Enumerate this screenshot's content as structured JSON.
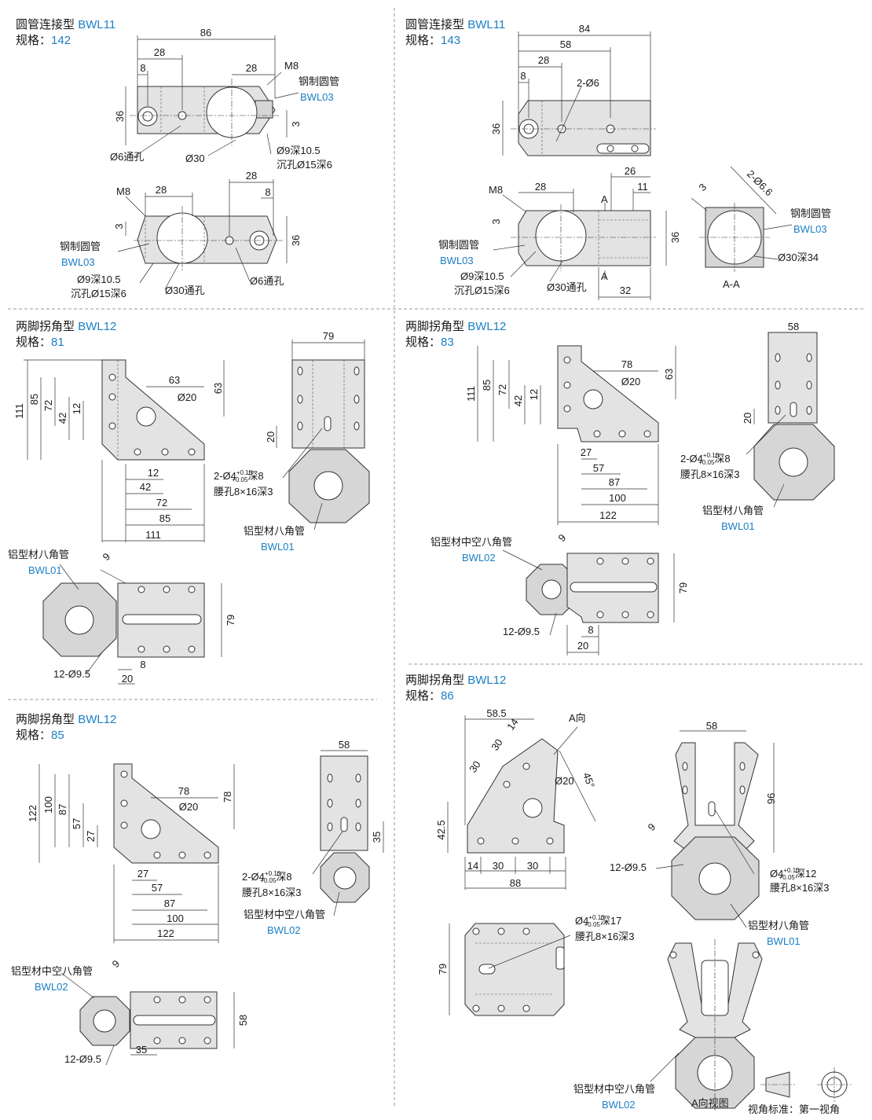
{
  "sections": [
    {
      "id": "s1",
      "type": "圆管连接型",
      "code": "BWL11",
      "spec_label": "规格：",
      "spec": "142"
    },
    {
      "id": "s2",
      "type": "圆管连接型",
      "code": "BWL11",
      "spec_label": "规格：",
      "spec": "143"
    },
    {
      "id": "s3",
      "type": "两脚拐角型",
      "code": "BWL12",
      "spec_label": "规格：",
      "spec": "81"
    },
    {
      "id": "s4",
      "type": "两脚拐角型",
      "code": "BWL12",
      "spec_label": "规格：",
      "spec": "83"
    },
    {
      "id": "s5",
      "type": "两脚拐角型",
      "code": "BWL12",
      "spec_label": "规格：",
      "spec": "85"
    },
    {
      "id": "s6",
      "type": "两脚拐角型",
      "code": "BWL12",
      "spec_label": "规格：",
      "spec": "86"
    }
  ],
  "s1": {
    "top": {
      "d86": "86",
      "d28a": "28",
      "d8": "8",
      "d28b": "28",
      "m8": "M8",
      "d36": "36",
      "d3": "3",
      "tube": "钢制圆管",
      "tube_code": "BWL03",
      "hole6": "Ø6通孔",
      "d30": "Ø30",
      "cb1": "Ø9深10.5",
      "cb2": "沉孔Ø15深6"
    },
    "bottom": {
      "m8": "M8",
      "d28a": "28",
      "d28b": "28",
      "d8": "8",
      "d3": "3",
      "d36": "36",
      "tube": "钢制圆管",
      "tube_code": "BWL03",
      "cb1": "Ø9深10.5",
      "cb2": "沉孔Ø15深6",
      "d30": "Ø30通孔",
      "hole6": "Ø6通孔"
    }
  },
  "s2": {
    "top": {
      "d84": "84",
      "d58": "58",
      "d28": "28",
      "d8": "8",
      "holes": "2-Ø6",
      "d36": "36"
    },
    "mid": {
      "m8": "M8",
      "d28": "28",
      "d26": "26",
      "d11": "11",
      "a1": "A",
      "a2": "A",
      "d3": "3",
      "d36": "36",
      "tube": "钢制圆管",
      "tube_code": "BWL03",
      "cb1": "Ø9深10.5",
      "cb2": "沉孔Ø15深6",
      "d30": "Ø30通孔",
      "d32": "32"
    },
    "section": {
      "holes": "2-Ø6.6",
      "d3": "3",
      "tube": "钢制圆管",
      "tube_code": "BWL03",
      "d30": "Ø30深34",
      "label": "A-A"
    }
  },
  "s3": {
    "main": {
      "d111": "111",
      "d85": "85",
      "d72": "72",
      "d42": "42",
      "d12": "12",
      "d63": "63",
      "d63v": "63",
      "d20": "Ø20",
      "b12": "12",
      "b42": "42",
      "b72": "72",
      "b85": "85",
      "b111": "111"
    },
    "side": {
      "d79": "79",
      "d20": "20",
      "slot1": "2-Ø4",
      "tol_up": "+0.10",
      "tol_dn": "+0.05",
      "slot1b": "深8",
      "slot2": "腰孔8×16深3",
      "profile": "铝型材八角管",
      "profile_code": "BWL01"
    },
    "bottom": {
      "profile": "铝型材八角管",
      "profile_code": "BWL01",
      "d9": "9",
      "d79": "79",
      "holes": "12-Ø9.5",
      "d8": "8",
      "d20": "20"
    }
  },
  "s4": {
    "main": {
      "d111": "111",
      "d85": "85",
      "d72": "72",
      "d42": "42",
      "d12": "12",
      "d78": "78",
      "d20": "Ø20",
      "d63": "63",
      "b27": "27",
      "b57": "57",
      "b87": "87",
      "b100": "100",
      "b122": "122"
    },
    "side": {
      "d58": "58",
      "d20": "20",
      "slot1": "2-Ø4",
      "tol_up": "+0.10",
      "tol_dn": "+0.05",
      "slot1b": "深8",
      "slot2": "腰孔8×16深3",
      "profile": "铝型材八角管",
      "profile_code": "BWL01"
    },
    "bottom": {
      "profile": "铝型材中空八角管",
      "profile_code": "BWL02",
      "d9": "9",
      "d79": "79",
      "holes": "12-Ø9.5",
      "d8": "8",
      "d20": "20"
    }
  },
  "s5": {
    "main": {
      "d122": "122",
      "d100": "100",
      "d87": "87",
      "d57": "57",
      "d27": "27",
      "d78": "78",
      "d20": "Ø20",
      "d78v": "78",
      "b27": "27",
      "b57": "57",
      "b87": "87",
      "b100": "100",
      "b122": "122"
    },
    "side": {
      "d58": "58",
      "d35": "35",
      "slot1": "2-Ø4",
      "tol_up": "+0.10",
      "tol_dn": "+0.05",
      "slot1b": "深8",
      "slot2": "腰孔8×16深3",
      "profile": "铝型材中空八角管",
      "profile_code": "BWL02"
    },
    "bottom": {
      "profile": "铝型材中空八角管",
      "profile_code": "BWL02",
      "d9": "9",
      "d58": "58",
      "holes": "12-Ø9.5",
      "d35": "35"
    }
  },
  "s6": {
    "main": {
      "d58_5": "58.5",
      "d30a": "30",
      "d30b": "30",
      "d14": "14",
      "dirA": "A向",
      "d45": "45°",
      "d20": "Ø20",
      "d42_5": "42.5",
      "b14": "14",
      "b30a": "30",
      "b30b": "30",
      "b88": "88"
    },
    "side": {
      "d58": "58",
      "d96": "96",
      "d9": "9",
      "holes": "12-Ø9.5",
      "slot1": "Ø4",
      "tol_up": "+0.10",
      "tol_dn": "+0.05",
      "slot1b": "深12",
      "slot2": "腰孔8×16深3",
      "profile": "铝型材八角管",
      "profile_code": "BWL01"
    },
    "bottom": {
      "slot1": "Ø4",
      "tol_up": "+0.10",
      "tol_dn": "+0.05",
      "slot1b": "深17",
      "slot2": "腰孔8×16深3",
      "d79": "79"
    },
    "aview": {
      "profile": "铝型材中空八角管",
      "profile_code": "BWL02",
      "label": "A向视图"
    },
    "legend": {
      "label": "视角标准：第一视角"
    }
  }
}
